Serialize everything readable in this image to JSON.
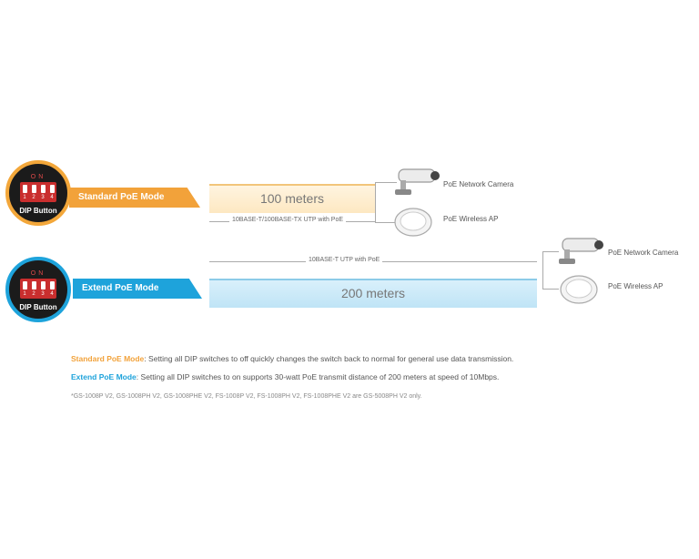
{
  "standard": {
    "dip_on": "ON",
    "dip_numbers": [
      "1",
      "2",
      "3",
      "4"
    ],
    "dip_label": "DIP Button",
    "mode_label": "Standard PoE Mode",
    "distance": "100 meters",
    "cable": "10BASE-T/100BASE-TX UTP with PoE",
    "device_camera": "PoE Network Camera",
    "device_ap": "PoE Wireless AP",
    "accent": "#f2a23a"
  },
  "extend": {
    "dip_on": "ON",
    "dip_numbers": [
      "1",
      "2",
      "3",
      "4"
    ],
    "dip_label": "DIP Button",
    "mode_label": "Extend PoE Mode",
    "distance": "200 meters",
    "cable": "10BASE-T UTP with PoE",
    "device_camera": "PoE Network Camera",
    "device_ap": "PoE Wireless AP",
    "accent": "#1ea3db"
  },
  "descriptions": {
    "standard_mode": "Standard PoE Mode",
    "standard_text": ": Setting all DIP switches to off quickly changes the switch back to normal for general use data transmission.",
    "extend_mode": "Extend PoE Mode",
    "extend_text": ": Setting all DIP switches to on supports 30-watt PoE transmit distance of 200 meters at speed of 10Mbps.",
    "footnote": "*GS-1008P V2, GS-1008PH V2, GS-1008PHE V2, FS-1008P V2, FS-1008PH V2, FS-1008PHE V2 are GS-5008PH V2 only."
  },
  "icons": [
    "dip-switch-icon",
    "camera-icon",
    "wireless-ap-icon"
  ]
}
